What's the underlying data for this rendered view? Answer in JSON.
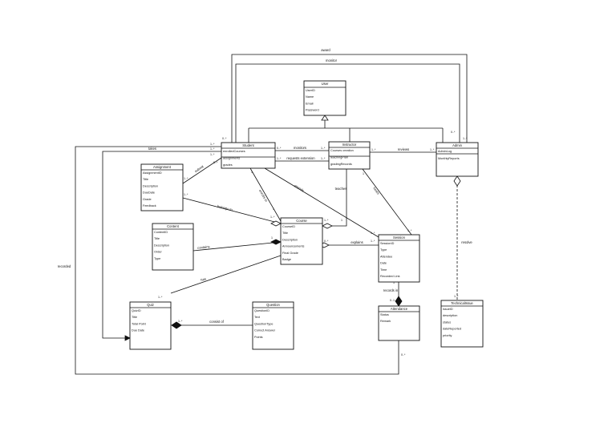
{
  "classes": {
    "user": {
      "name": "User",
      "attrs": [
        "UserID",
        "Name",
        "Email",
        "Password"
      ]
    },
    "student": {
      "name": "Student",
      "attrs": [
        "enrolledCourses",
        "assignments",
        "grades"
      ]
    },
    "instructor": {
      "name": "Instructor",
      "attrs": [
        "Courses creation",
        "teachingPlan",
        "gradingRecords"
      ]
    },
    "admin": {
      "name": "Admin",
      "attrs": [
        "AdminLog",
        "MonthlyReports"
      ]
    },
    "assignment": {
      "name": "Assignment",
      "attrs": [
        "AssignmentID",
        "Title",
        "Description",
        "DueDate",
        "Grade",
        "Feedback"
      ]
    },
    "course": {
      "name": "Course",
      "attrs": [
        "CourseID",
        "Title",
        "Description",
        "Announcements",
        "Final Grade",
        "Badge"
      ]
    },
    "content": {
      "name": "Content",
      "attrs": [
        "ContentID",
        "Title",
        "Description",
        "Order",
        "Type"
      ]
    },
    "session": {
      "name": "Session",
      "attrs": [
        "SessionID",
        "Type",
        "Attendee",
        "Date",
        "Time",
        "Recorded Link"
      ]
    },
    "quiz": {
      "name": "Quiz",
      "attrs": [
        "QuizID",
        "Title",
        "Total Point",
        "Due Date"
      ]
    },
    "question": {
      "name": "Question",
      "attrs": [
        "QuestionID",
        "Text",
        "QuestionType",
        "Correct Answer",
        "Points"
      ]
    },
    "attendance": {
      "name": "Attendance",
      "attrs": [
        "Status",
        "Remark"
      ]
    },
    "technicalissue": {
      "name": "TechnicalIssue",
      "attrs": [
        "issueID",
        "description",
        "status",
        "dateReported",
        "priority"
      ]
    }
  },
  "associations": {
    "award": "award",
    "monitor": "monitor",
    "takes": "takes",
    "monitors": "monitors",
    "requests_extension": "requests extension",
    "reviews": "reviews",
    "submit": "submit",
    "enrolls_in": "enrolls in",
    "attends": "attends",
    "teaches": "teaches",
    "hosts": "hosts",
    "belongs_to": "belongs to",
    "contains": "contains",
    "explains": "explains",
    "has": "has",
    "records_in": "records in",
    "resolve": "resolve",
    "consist_of": "consist of",
    "recorded": "recorded"
  },
  "multiplicities": {
    "m01": "0..*",
    "m02": "1..*",
    "m03": "1..*",
    "m04": "1..*",
    "m05": "0..*",
    "m06": "1..*",
    "m07": "0..*",
    "m08": "1..*",
    "m09": "1..*",
    "m10": "1..*",
    "m11": "1..*",
    "m12": "1..*",
    "m13": "1..*",
    "m14": "0..*",
    "m15": "1",
    "m16": "1..*",
    "m17": "1..*",
    "m18": "1",
    "m19": "1",
    "m20": "1..*",
    "m21": "1",
    "m22": "1..*",
    "m23": "1..*",
    "m24": "1",
    "m25": "0..*",
    "m26": "1..*",
    "m27": "1..*",
    "m28": "0..1",
    "m29": "1..*",
    "m30": "1..*",
    "m31": "1",
    "m32": "0..*"
  }
}
